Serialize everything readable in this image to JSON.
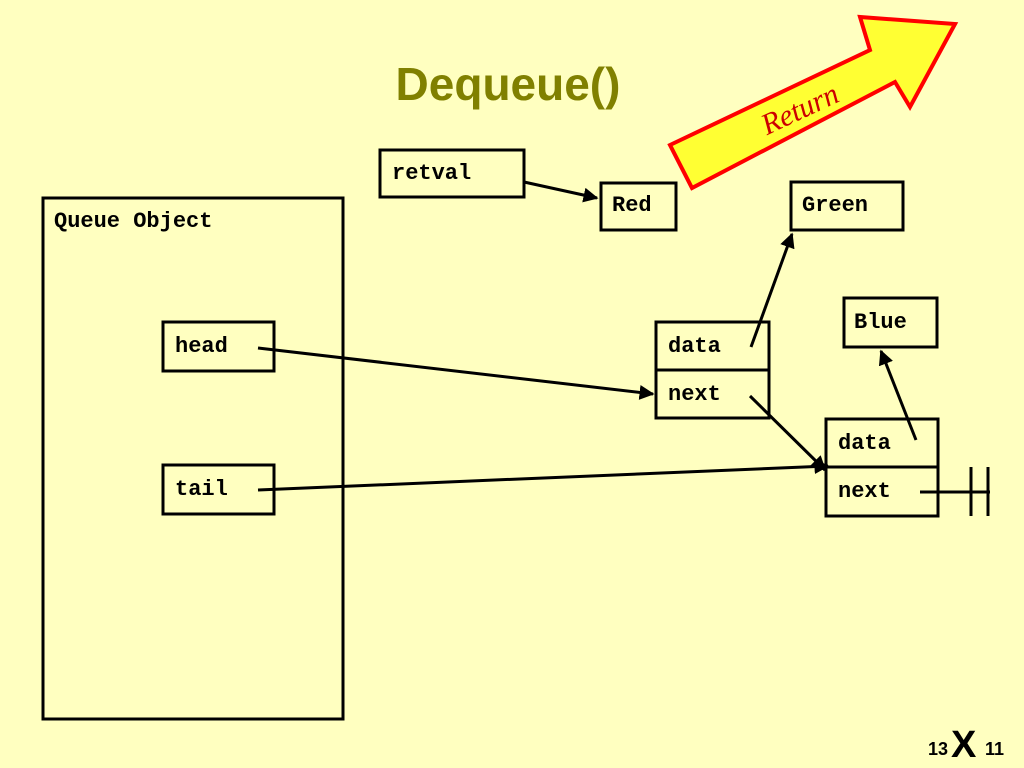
{
  "title": "Dequeue()",
  "return_label": "Return",
  "return_arrow_colors": {
    "fill": "#ffff33",
    "stroke": "#ff0000"
  },
  "title_color": "#808000",
  "background_color": "#ffffc0",
  "variables": {
    "retval": "retval",
    "head": "head",
    "tail": "tail"
  },
  "queue_object_label": "Queue Object",
  "values": {
    "red": "Red",
    "green": "Green",
    "blue": "Blue"
  },
  "node1": {
    "data_label": "data",
    "next_label": "next"
  },
  "node2": {
    "data_label": "data",
    "next_label": "next"
  },
  "footer": {
    "left": "13",
    "mid": "X",
    "right": "11"
  }
}
